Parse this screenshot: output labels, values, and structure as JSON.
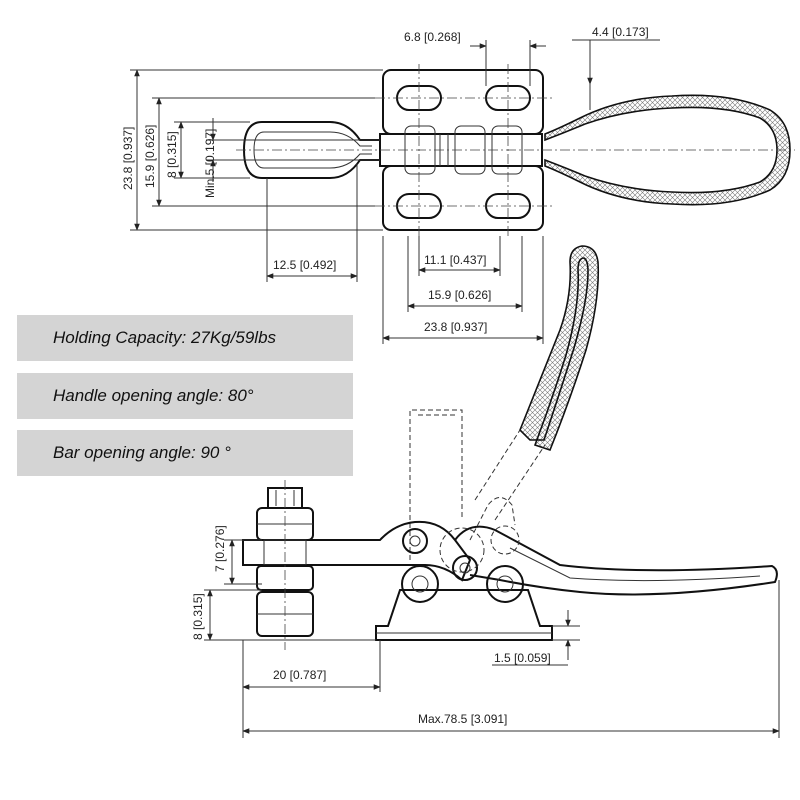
{
  "specs": {
    "holding_capacity": "Holding Capacity: 27Kg/59lbs",
    "handle_angle": "Handle opening angle: 80°",
    "bar_angle": "Bar opening angle: 90 °"
  },
  "top_view_dims": {
    "d_6_8": "6.8 [0.268]",
    "d_4_4": "4.4 [0.173]",
    "d_23_8_v": "23.8 [0.937]",
    "d_15_9_v": "15.9 [0.626]",
    "d_8_v": "8 [0.315]",
    "d_min5_v": "Min.5 [0.197]",
    "d_12_5": "12.5 [0.492]",
    "d_11_1": "11.1 [0.437]",
    "d_15_9_h": "15.9 [0.626]",
    "d_23_8_h": "23.8 [0.937]"
  },
  "side_view_dims": {
    "d_7_v": "7 [0.276]",
    "d_8_v": "8 [0.315]",
    "d_20": "20 [0.787]",
    "d_1_5": "1.5 [0.059]",
    "d_max": "Max.78.5 [3.091]"
  }
}
